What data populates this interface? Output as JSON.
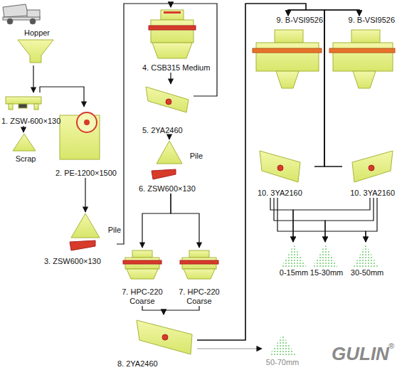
{
  "diagram": {
    "nodes": [
      {
        "text": [
          "Hopper"
        ]
      },
      {
        "text": [
          "1. ZSW-600×130"
        ]
      },
      {
        "text": [
          "Scrap"
        ]
      },
      {
        "text": [
          "2. PE-1200×1500"
        ]
      },
      {
        "text": [
          "Pile"
        ]
      },
      {
        "text": [
          "3. ZSW600×130"
        ]
      },
      {
        "text": [
          "4. CSB315 Medium"
        ]
      },
      {
        "text": [
          "5. 2YA2460"
        ]
      },
      {
        "text": [
          "Pile"
        ]
      },
      {
        "text": [
          "6. ZSW600×130"
        ]
      },
      {
        "text": [
          "7. HPC-220 Coarse"
        ]
      },
      {
        "text": [
          "7. HPC-220 Coarse"
        ]
      },
      {
        "text": [
          "8. 2YA2460"
        ]
      },
      {
        "text": [
          "50-70mm"
        ]
      },
      {
        "text": [
          "9. B-VSI9526"
        ]
      },
      {
        "text": [
          "9. B-VSI9526"
        ]
      },
      {
        "text": [
          "10. 3YA2160"
        ]
      },
      {
        "text": [
          "10. 3YA2160"
        ]
      },
      {
        "text": [
          "0-15mm"
        ]
      },
      {
        "text": [
          "15-30mm"
        ]
      },
      {
        "text": [
          "30-50mm"
        ]
      }
    ],
    "edges": [
      {
        "from": 0,
        "to": 1,
        "arrow": "to"
      },
      {
        "from": 1,
        "to": 2,
        "arrow": "to"
      },
      {
        "from": 1,
        "to": 3,
        "arrow": "to"
      },
      {
        "from": 3,
        "to": 4,
        "arrow": "to"
      },
      {
        "from": 5,
        "to": 6,
        "arrow": "to"
      },
      {
        "from": 6,
        "to": 7,
        "arrow": "to"
      },
      {
        "from": 7,
        "to": 6,
        "arrow": "to"
      },
      {
        "from": 7,
        "to": 8,
        "arrow": "to"
      },
      {
        "from": 9,
        "to": 10,
        "arrow": "to"
      },
      {
        "from": 9,
        "to": 11,
        "arrow": "to"
      },
      {
        "from": 10,
        "to": 12,
        "arrow": "to"
      },
      {
        "from": 11,
        "to": 12,
        "arrow": "to"
      },
      {
        "from": 12,
        "to": 13,
        "arrow": "to"
      },
      {
        "from": 12,
        "to": 14,
        "arrow": "to"
      },
      {
        "from": 12,
        "to": 15,
        "arrow": "to"
      },
      {
        "from": 16,
        "to": 14,
        "arrow": "to"
      },
      {
        "from": 16,
        "to": 15,
        "arrow": "to"
      },
      {
        "from": 17,
        "to": 14,
        "arrow": "to"
      },
      {
        "from": 17,
        "to": 15,
        "arrow": "to"
      },
      {
        "from": 16,
        "to": 18,
        "arrow": "to"
      },
      {
        "from": 16,
        "to": 19,
        "arrow": "to"
      },
      {
        "from": 16,
        "to": 20,
        "arrow": "to"
      },
      {
        "from": 17,
        "to": 18,
        "arrow": "to"
      },
      {
        "from": 17,
        "to": 19,
        "arrow": "to"
      },
      {
        "from": 17,
        "to": 20,
        "arrow": "to"
      }
    ],
    "labels": [
      "GULIN",
      "®"
    ]
  }
}
